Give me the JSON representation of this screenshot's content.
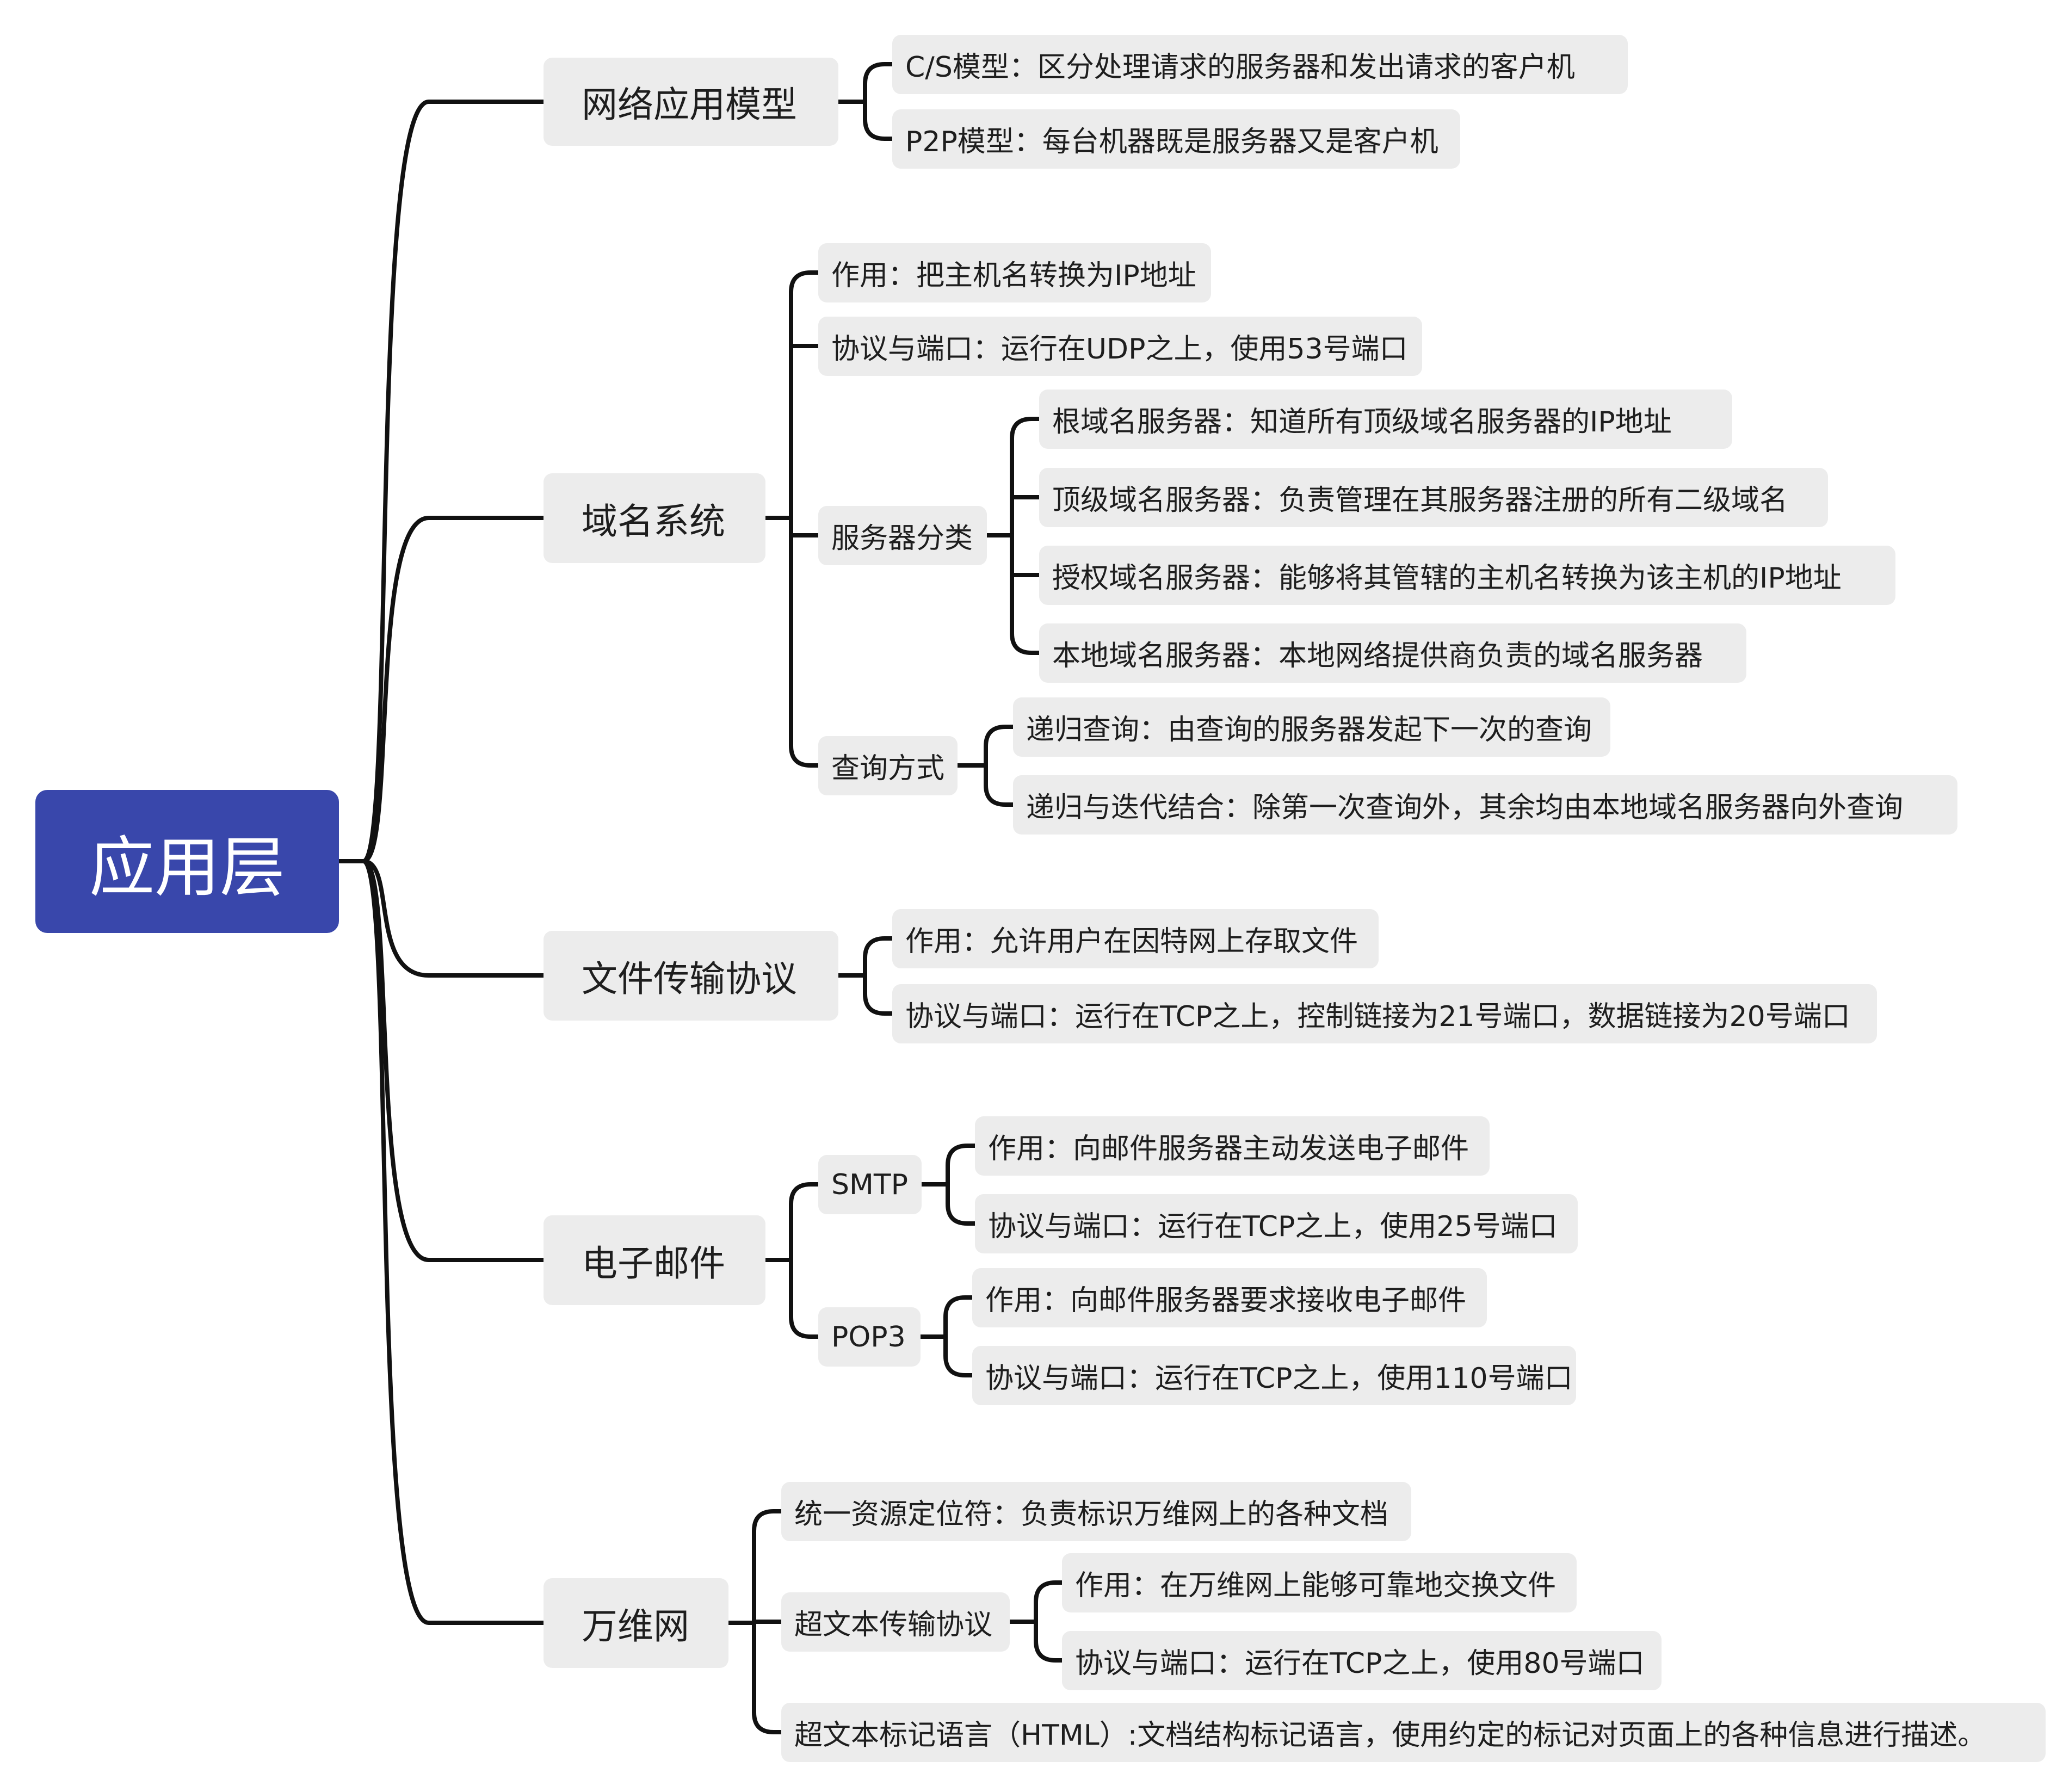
{
  "root": {
    "label": "应用层"
  },
  "branches": [
    {
      "label": "网络应用模型",
      "children": [
        {
          "label": "C/S模型：区分处理请求的服务器和发出请求的客户机"
        },
        {
          "label": "P2P模型：每台机器既是服务器又是客户机"
        }
      ]
    },
    {
      "label": "域名系统",
      "children": [
        {
          "label": "作用：把主机名转换为IP地址"
        },
        {
          "label": "协议与端口：运行在UDP之上，使用53号端口"
        },
        {
          "label": "服务器分类",
          "children": [
            {
              "label": "根域名服务器：知道所有顶级域名服务器的IP地址"
            },
            {
              "label": "顶级域名服务器：负责管理在其服务器注册的所有二级域名"
            },
            {
              "label": "授权域名服务器：能够将其管辖的主机名转换为该主机的IP地址"
            },
            {
              "label": "本地域名服务器：本地网络提供商负责的域名服务器"
            }
          ]
        },
        {
          "label": "查询方式",
          "children": [
            {
              "label": "递归查询：由查询的服务器发起下一次的查询"
            },
            {
              "label": "递归与迭代结合：除第一次查询外，其余均由本地域名服务器向外查询"
            }
          ]
        }
      ]
    },
    {
      "label": "文件传输协议",
      "children": [
        {
          "label": "作用：允许用户在因特网上存取文件"
        },
        {
          "label": "协议与端口：运行在TCP之上，控制链接为21号端口，数据链接为20号端口"
        }
      ]
    },
    {
      "label": "电子邮件",
      "children": [
        {
          "label": "SMTP",
          "children": [
            {
              "label": "作用：向邮件服务器主动发送电子邮件"
            },
            {
              "label": "协议与端口：运行在TCP之上，使用25号端口"
            }
          ]
        },
        {
          "label": "POP3",
          "children": [
            {
              "label": "作用：向邮件服务器要求接收电子邮件"
            },
            {
              "label": "协议与端口：运行在TCP之上，使用110号端口"
            }
          ]
        }
      ]
    },
    {
      "label": "万维网",
      "children": [
        {
          "label": "统一资源定位符：负责标识万维网上的各种文档"
        },
        {
          "label": "超文本传输协议",
          "children": [
            {
              "label": "作用：在万维网上能够可靠地交换文件"
            },
            {
              "label": "协议与端口：运行在TCP之上，使用80号端口"
            }
          ]
        },
        {
          "label": "超文本标记语言（HTML）:文档结构标记语言，使用约定的标记对页面上的各种信息进行描述。"
        }
      ]
    }
  ]
}
